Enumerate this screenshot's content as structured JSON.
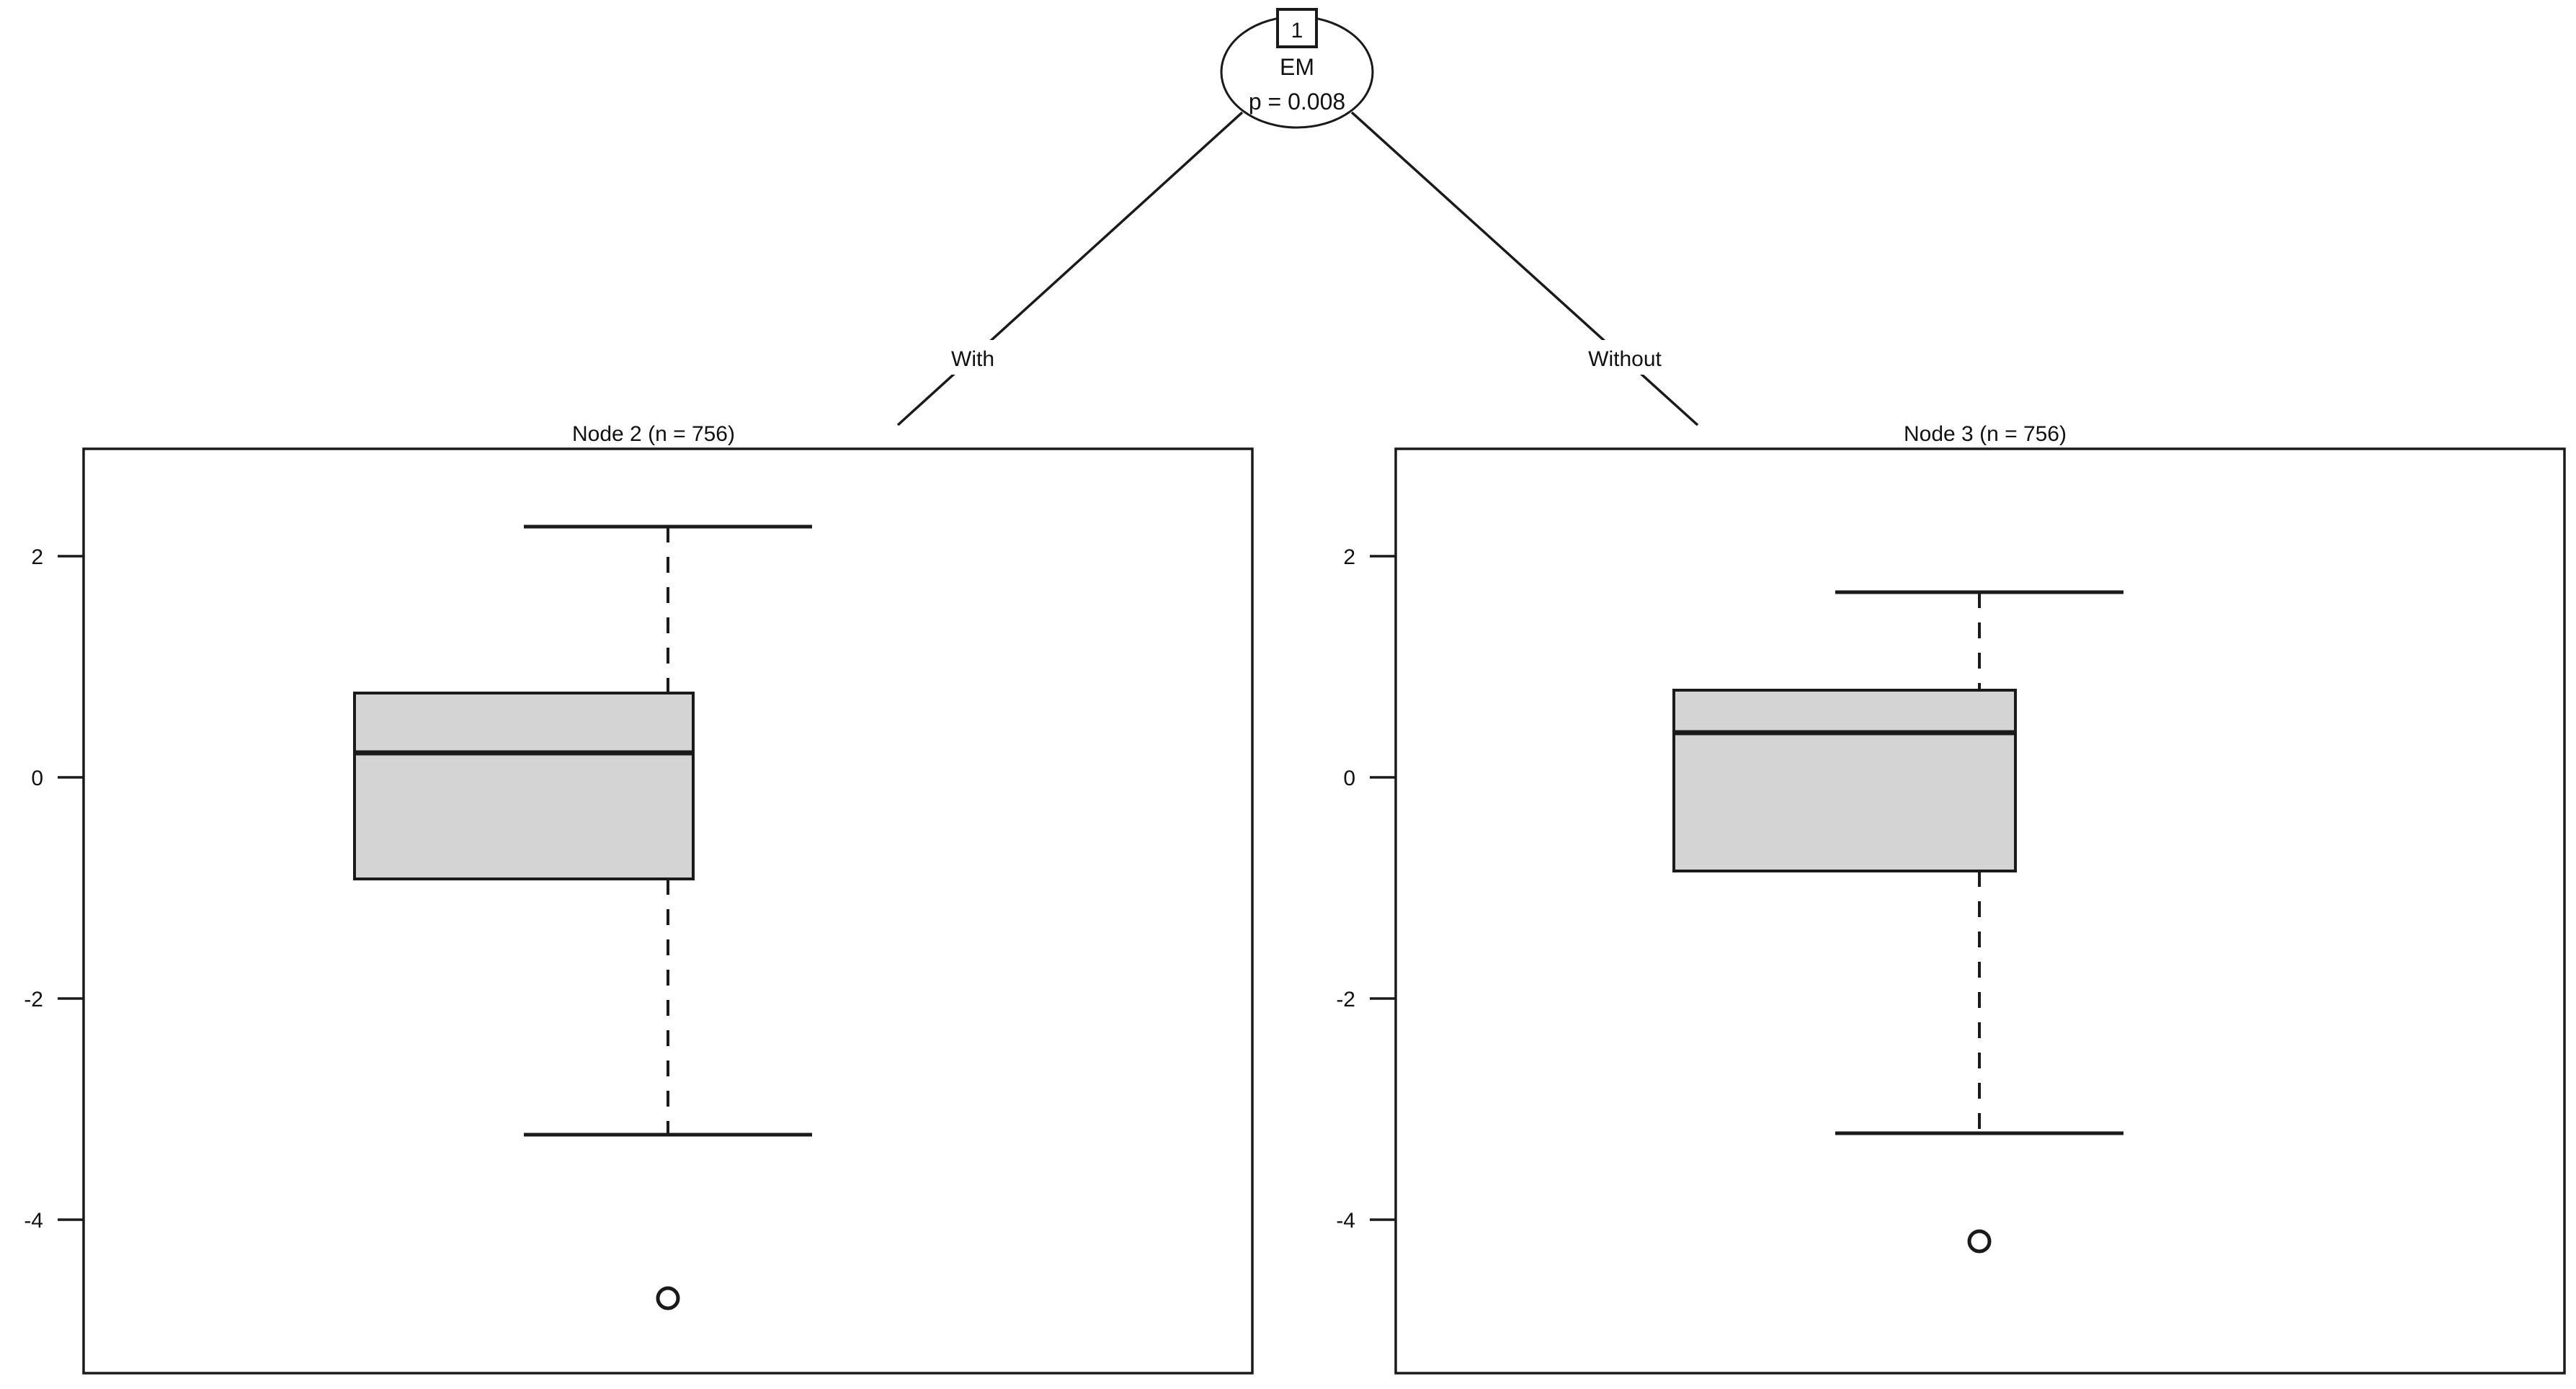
{
  "figure": {
    "type": "conditional-inference-tree",
    "background_color": "#ffffff",
    "line_color": "#1a1a1a",
    "box_fill_color": "#d4d4d4"
  },
  "tree": {
    "root": {
      "id": "1",
      "variable": "EM",
      "pvalue_text": "p = 0.008",
      "pvalue": 0.008
    },
    "edges": [
      {
        "label": "With",
        "to": "Node 2"
      },
      {
        "label": "Without",
        "to": "Node 3"
      }
    ]
  },
  "panels": [
    {
      "title": "Node 2 (n = 756)",
      "node_id": 2,
      "n": 756,
      "axis": {
        "ticks": [
          "2",
          "0",
          "-2",
          "-4"
        ],
        "tick_values": [
          2,
          0,
          -2,
          -4
        ],
        "ylim": [
          -5.2,
          2.8
        ]
      }
    },
    {
      "title": "Node 3 (n = 756)",
      "node_id": 3,
      "n": 756,
      "axis": {
        "ticks": [
          "2",
          "0",
          "-2",
          "-4"
        ],
        "tick_values": [
          2,
          0,
          -2,
          -4
        ],
        "ylim": [
          -5.2,
          2.8
        ]
      }
    }
  ],
  "chart_data": {
    "type": "box",
    "title": "",
    "xlabel": "",
    "ylabel": "",
    "ylim": [
      -5.2,
      2.8
    ],
    "yticks": [
      2,
      0,
      -2,
      -4
    ],
    "grid": false,
    "legend": null,
    "split_variable": "EM",
    "split_pvalue": 0.008,
    "series": [
      {
        "name": "Node 2 (n = 756)",
        "group": "With",
        "n": 756,
        "whisker_high": 2.27,
        "q3": 0.76,
        "median": 0.22,
        "q1": -0.92,
        "whisker_low": -3.23,
        "outliers": [
          -4.71
        ]
      },
      {
        "name": "Node 3 (n = 756)",
        "group": "Without",
        "n": 756,
        "whisker_high": 1.67,
        "q3": 0.79,
        "median": 0.4,
        "q1": -0.85,
        "whisker_low": -3.22,
        "outliers": [
          -4.2
        ]
      }
    ]
  }
}
